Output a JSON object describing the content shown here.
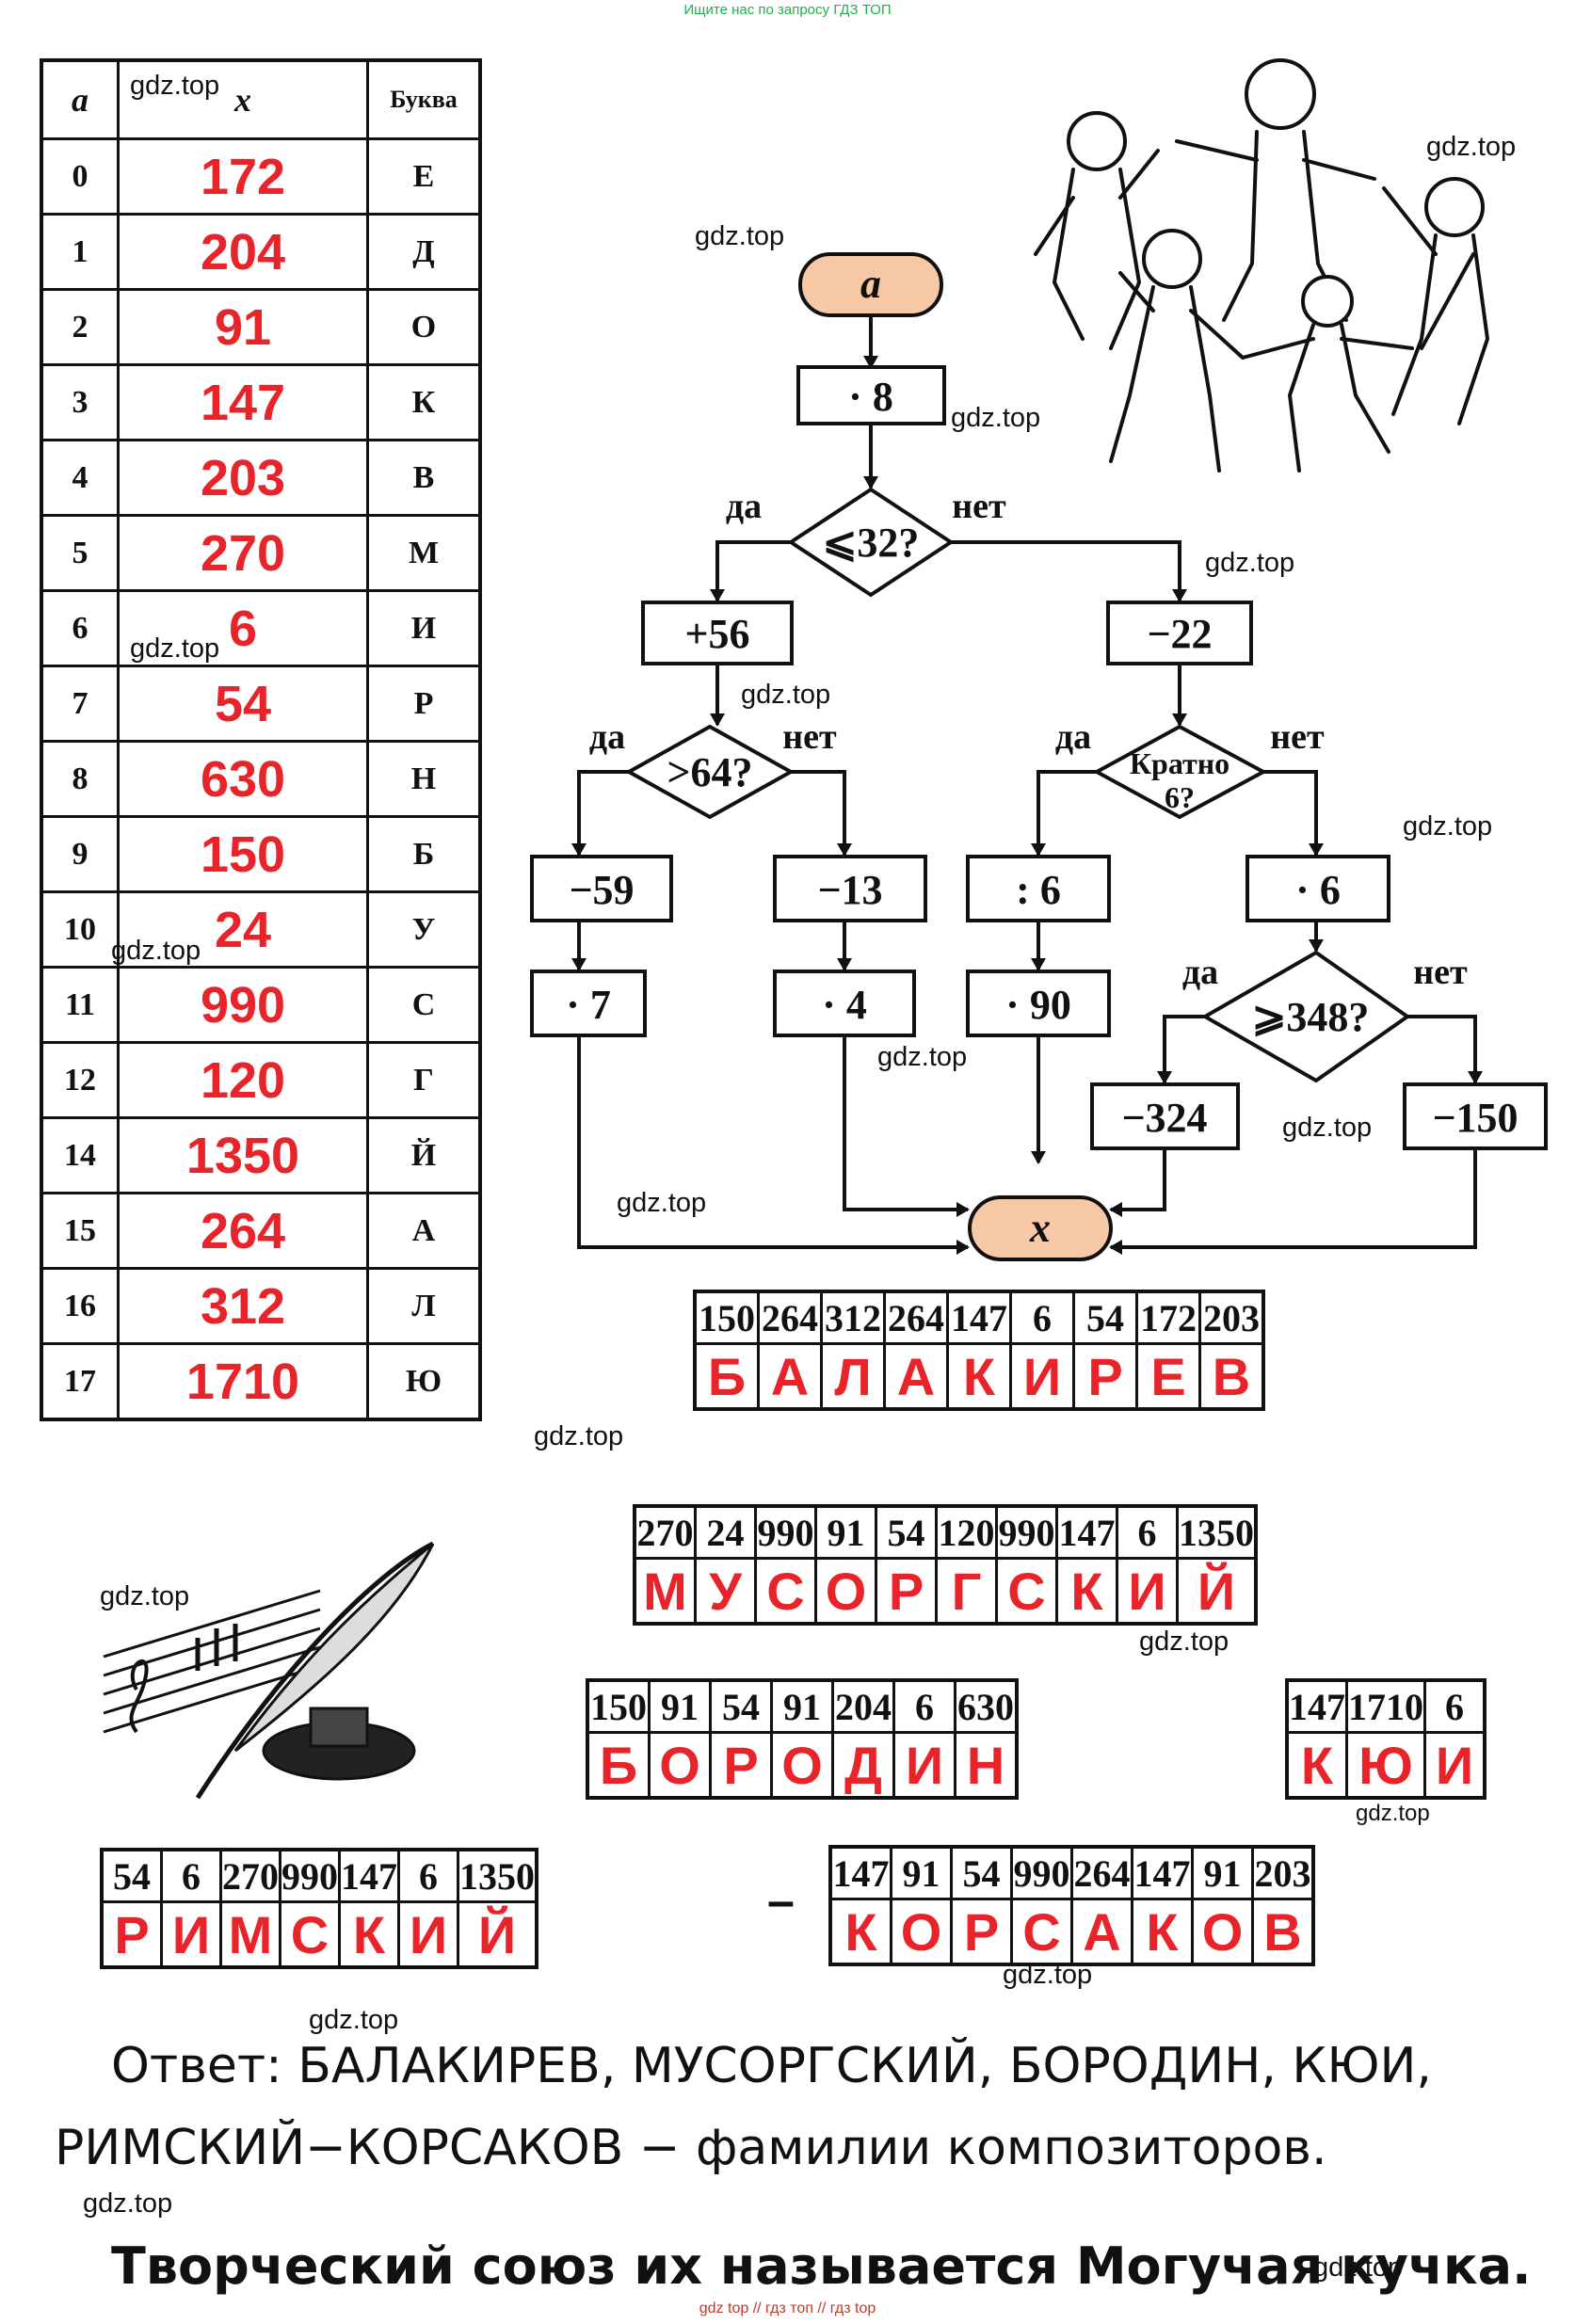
{
  "top_banner": "Ищите нас по запросу ГДЗ ТОП",
  "bottom_banner": "gdz top  //  гдз топ  //  гдз top",
  "watermark": "gdz.top",
  "table": {
    "headers": [
      "a",
      "x",
      "Буква"
    ],
    "rows": [
      {
        "a": "0",
        "x": "172",
        "letter": "Е"
      },
      {
        "a": "1",
        "x": "204",
        "letter": "Д"
      },
      {
        "a": "2",
        "x": "91",
        "letter": "О"
      },
      {
        "a": "3",
        "x": "147",
        "letter": "К"
      },
      {
        "a": "4",
        "x": "203",
        "letter": "В"
      },
      {
        "a": "5",
        "x": "270",
        "letter": "М"
      },
      {
        "a": "6",
        "x": "6",
        "letter": "И"
      },
      {
        "a": "7",
        "x": "54",
        "letter": "Р"
      },
      {
        "a": "8",
        "x": "630",
        "letter": "Н"
      },
      {
        "a": "9",
        "x": "150",
        "letter": "Б"
      },
      {
        "a": "10",
        "x": "24",
        "letter": "У"
      },
      {
        "a": "11",
        "x": "990",
        "letter": "С"
      },
      {
        "a": "12",
        "x": "120",
        "letter": "Г"
      },
      {
        "a": "14",
        "x": "1350",
        "letter": "Й"
      },
      {
        "a": "15",
        "x": "264",
        "letter": "А"
      },
      {
        "a": "16",
        "x": "312",
        "letter": "Л"
      },
      {
        "a": "17",
        "x": "1710",
        "letter": "Ю"
      }
    ]
  },
  "flowchart": {
    "start": "a",
    "mul8": "· 8",
    "yes": "да",
    "no": "нет",
    "cond1": "⩽32?",
    "plus56": "+56",
    "minus22": "−22",
    "cond2": ">64?",
    "cond3_line1": "Кратно",
    "cond3_line2": "6?",
    "minus59": "−59",
    "minus13": "−13",
    "div6": ": 6",
    "mul6": "· 6",
    "mul7": "· 7",
    "mul4": "· 4",
    "mul90": "· 90",
    "cond4": "⩾348?",
    "minus324": "−324",
    "minus150": "−150",
    "end": "x"
  },
  "words": {
    "balakirev": {
      "nums": [
        "150",
        "264",
        "312",
        "264",
        "147",
        "6",
        "54",
        "172",
        "203"
      ],
      "letters": [
        "Б",
        "А",
        "Л",
        "А",
        "К",
        "И",
        "Р",
        "Е",
        "В"
      ]
    },
    "musorgsky": {
      "nums": [
        "270",
        "24",
        "990",
        "91",
        "54",
        "120",
        "990",
        "147",
        "6",
        "1350"
      ],
      "letters": [
        "М",
        "У",
        "С",
        "О",
        "Р",
        "Г",
        "С",
        "К",
        "И",
        "Й"
      ]
    },
    "borodin": {
      "nums": [
        "150",
        "91",
        "54",
        "91",
        "204",
        "6",
        "630"
      ],
      "letters": [
        "Б",
        "О",
        "Р",
        "О",
        "Д",
        "И",
        "Н"
      ]
    },
    "kyui": {
      "nums": [
        "147",
        "1710",
        "6"
      ],
      "letters": [
        "К",
        "Ю",
        "И"
      ]
    },
    "rimsky": {
      "nums": [
        "54",
        "6",
        "270",
        "990",
        "147",
        "6",
        "1350"
      ],
      "letters": [
        "Р",
        "И",
        "М",
        "С",
        "К",
        "И",
        "Й"
      ]
    },
    "korsakov": {
      "nums": [
        "147",
        "91",
        "54",
        "990",
        "264",
        "147",
        "91",
        "203"
      ],
      "letters": [
        "К",
        "О",
        "Р",
        "С",
        "А",
        "К",
        "О",
        "В"
      ]
    }
  },
  "hyphen": "–",
  "answer": {
    "line1": "Ответ: БАЛАКИРЕВ, МУСОРГСКИЙ, БОРОДИН, КЮИ,",
    "line2": "РИМСКИЙ−КОРСАКОВ − фамилии композиторов.",
    "line3": "Творческий союз их называется Могучая кучка."
  }
}
